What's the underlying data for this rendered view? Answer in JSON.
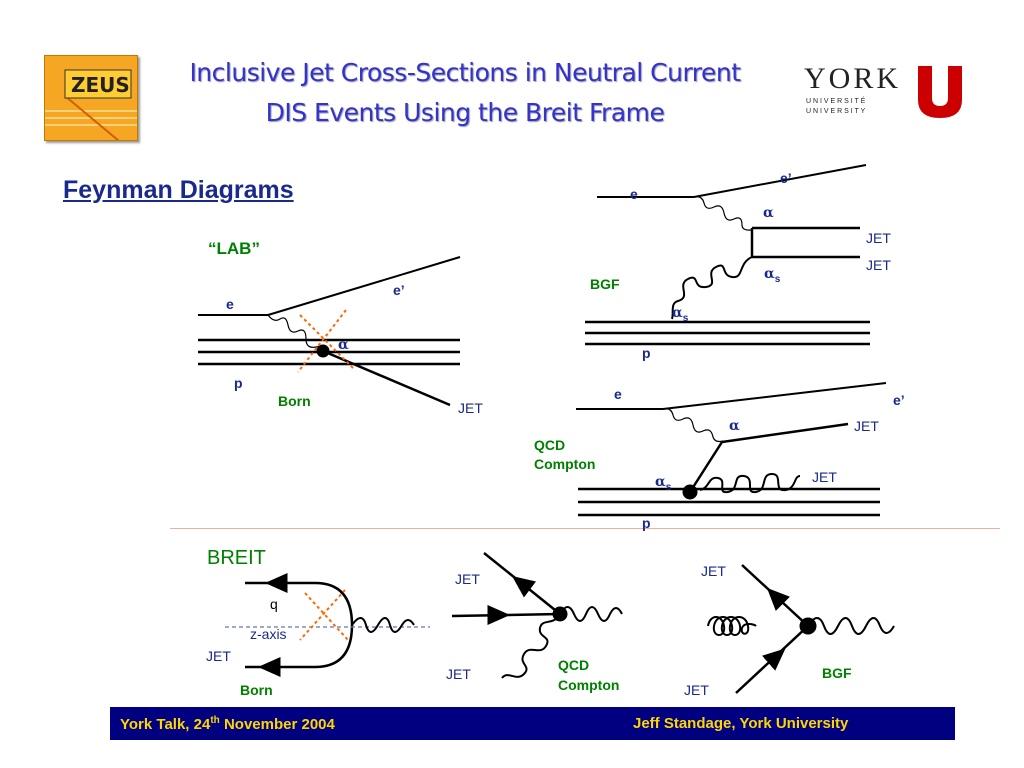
{
  "header": {
    "logo_text": "ZEUS",
    "title_line1": "Inclusive Jet Cross-Sections in Neutral Current",
    "title_line2": "DIS Events Using the Breit Frame",
    "york_text": "YORK",
    "york_universite": "U N I V E R S I T É",
    "york_university": "U N I V E R S I T Y"
  },
  "section_title": "Feynman Diagrams",
  "lab": {
    "title": "“LAB”",
    "e_in": "e",
    "e_out": "e’",
    "alpha": "α",
    "p": "p",
    "process": "Born",
    "jet": "JET"
  },
  "bgf": {
    "e_in": "e",
    "e_out": "e’",
    "alpha": "α",
    "jet1": "JET",
    "jet2": "JET",
    "alpha_s": "α",
    "alpha_s2": "α",
    "sub": "s",
    "process": "BGF",
    "p": "p"
  },
  "qcdc": {
    "e_in": "e",
    "e_out": "e’",
    "alpha": "α",
    "jet1": "JET",
    "jet2": "JET",
    "process_line1": "QCD",
    "process_line2": "Compton",
    "alpha_s": "α",
    "sub": "s",
    "p": "p"
  },
  "breit": {
    "title": "BREIT",
    "q": "q",
    "zaxis": "z-axis",
    "jet": "JET",
    "process": "Born",
    "qcdc_jet_top": "JET",
    "qcdc_jet_bottom": "JET",
    "qcdc_line1": "QCD",
    "qcdc_line2": "Compton",
    "bgf_jet_top": "JET",
    "bgf_jet_bottom": "JET",
    "bgf_process": "BGF"
  },
  "footer": {
    "left_prefix": "York Talk, 24",
    "left_sup": "th",
    "left_suffix": " November 2004",
    "right": "Jeff Standage, York University"
  },
  "colors": {
    "title": "#3333cc",
    "label": "#1a2a8c",
    "process": "#008000",
    "cross": "#ff6600",
    "footer_bg": "#000080",
    "footer_text": "#ffd700",
    "york_red": "#cc0000"
  }
}
